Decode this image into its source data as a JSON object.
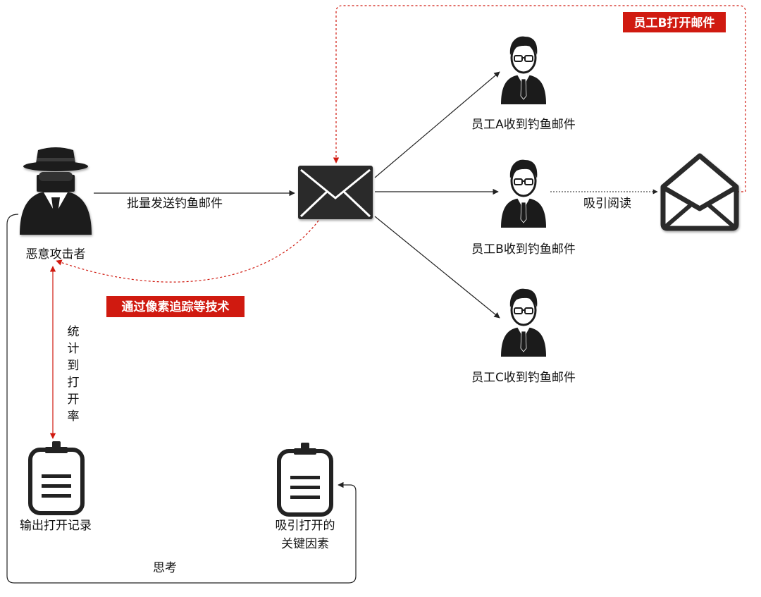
{
  "attacker": {
    "label": "恶意攻击者"
  },
  "send_label": "批量发送钓鱼邮件",
  "tracking_label": "通过像素追踪等技术",
  "stats_label": [
    "统",
    "计",
    "到",
    "打",
    "开",
    "率"
  ],
  "output_record_label": "输出打开记录",
  "key_factors_label": [
    "吸引打开的",
    "关键因素"
  ],
  "think_label": "思考",
  "employees": [
    {
      "label": "员工A收到钓鱼邮件"
    },
    {
      "label": "员工B收到钓鱼邮件"
    },
    {
      "label": "员工C收到钓鱼邮件"
    }
  ],
  "attract_label": "吸引阅读",
  "open_mail_label": "员工B打开邮件",
  "colors": {
    "accent_red": "#d01a10",
    "dark": "#222222"
  }
}
